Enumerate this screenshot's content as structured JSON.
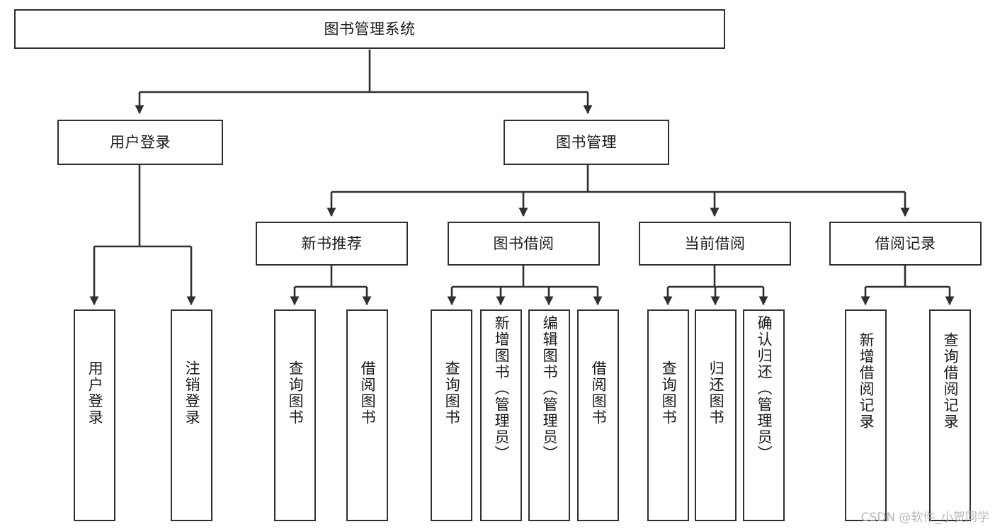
{
  "diagram": {
    "type": "tree",
    "title": "图书管理系统",
    "watermark": "CSDN @软件_小贺同学",
    "colors": {
      "box_border": "#2f2f2f",
      "box_fill": "#ffffff",
      "connector": "#2f2f2f",
      "text": "#1a1a1a",
      "watermark": "#b9b9b9",
      "background": "#ffffff"
    },
    "nodes": {
      "root": {
        "label": "图书管理系统"
      },
      "level2": [
        {
          "id": "user_login",
          "label": "用户登录"
        },
        {
          "id": "book_manage",
          "label": "图书管理"
        }
      ],
      "level3": [
        {
          "id": "new_book_rec",
          "label": "新书推荐"
        },
        {
          "id": "book_borrow",
          "label": "图书借阅"
        },
        {
          "id": "current_borrow",
          "label": "当前借阅"
        },
        {
          "id": "borrow_record",
          "label": "借阅记录"
        }
      ],
      "leaves": {
        "user_login": [
          {
            "id": "leaf_user_login",
            "label": "用户登录"
          },
          {
            "id": "leaf_logout",
            "label": "注销登录"
          }
        ],
        "new_book_rec": [
          {
            "id": "leaf_query_book_1",
            "label": "查询图书"
          },
          {
            "id": "leaf_borrow_book_1",
            "label": "借阅图书"
          }
        ],
        "book_borrow": [
          {
            "id": "leaf_query_book_2",
            "label": "查询图书"
          },
          {
            "id": "leaf_add_book",
            "label": "新增图书（管理员）"
          },
          {
            "id": "leaf_edit_book",
            "label": "编辑图书（管理员）"
          },
          {
            "id": "leaf_borrow_book_2",
            "label": "借阅图书"
          }
        ],
        "current_borrow": [
          {
            "id": "leaf_query_book_3",
            "label": "查询图书"
          },
          {
            "id": "leaf_return_book",
            "label": "归还图书"
          },
          {
            "id": "leaf_confirm_return",
            "label": "确认归还（管理员）"
          }
        ],
        "borrow_record": [
          {
            "id": "leaf_add_record",
            "label": "新增借阅记录"
          },
          {
            "id": "leaf_query_record",
            "label": "查询借阅记录"
          }
        ]
      }
    }
  }
}
